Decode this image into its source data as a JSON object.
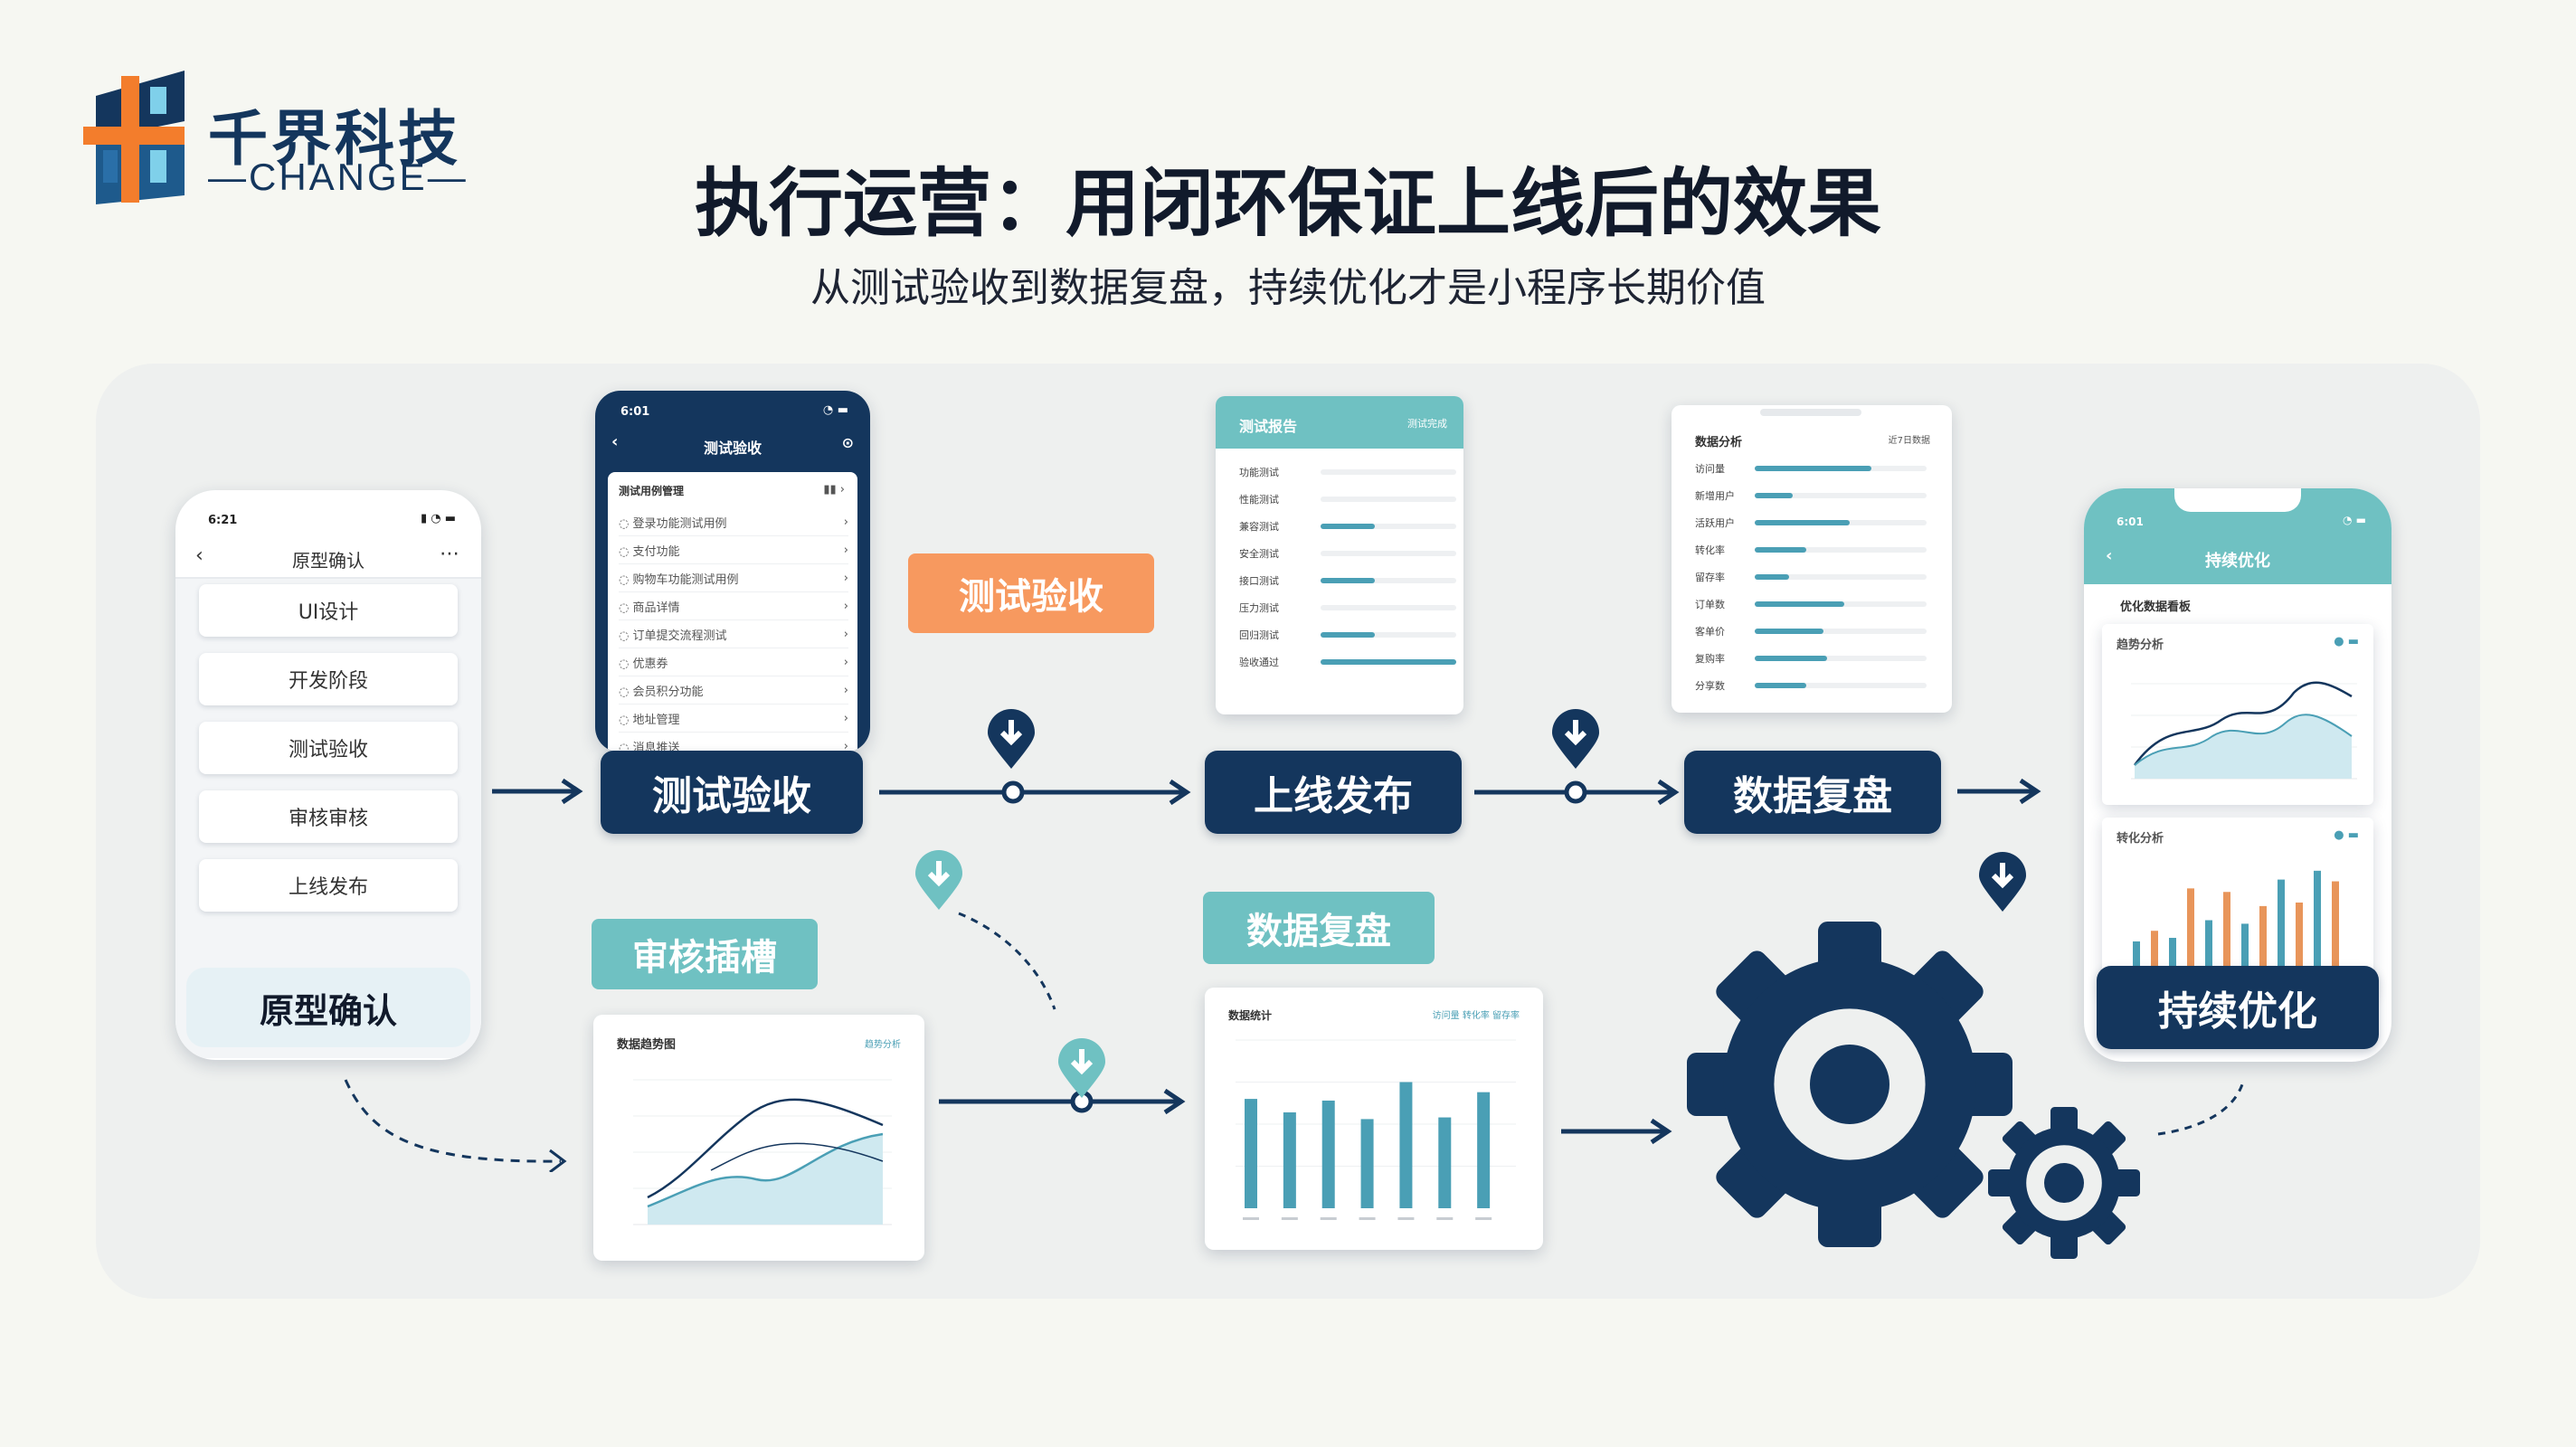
{
  "brand": {
    "name": "千界科技",
    "sub": "—CHANGE—"
  },
  "title": "执行运营：用闭环保证上线后的效果",
  "subtitle": "从测试验收到数据复盘，持续优化才是小程序长期价值",
  "colors": {
    "navy": "#14365d",
    "teal": "#6fc1c2",
    "orange": "#f7995f",
    "bar_teal": "#4a9fb5",
    "bar_orange": "#e8955a"
  },
  "phone1": {
    "time": "6:21",
    "header": "原型确认",
    "items": [
      "UI设计",
      "开发阶段",
      "测试验收",
      "审核审核",
      "上线发布"
    ],
    "footer": "原型确认"
  },
  "phone2": {
    "time": "6:01",
    "header": "测试验收",
    "list_title": "测试用例管理",
    "rows": [
      "登录功能测试用例",
      "支付功能",
      "购物车功能测试用例",
      "商品详情",
      "订单提交流程测试",
      "优惠券",
      "会员积分功能",
      "地址管理",
      "消息推送"
    ]
  },
  "card_test": {
    "header": "测试报告",
    "header_note": "测试完成",
    "rows": [
      "功能测试",
      "性能测试",
      "兼容测试",
      "安全测试",
      "接口测试",
      "压力测试",
      "回归测试",
      "验收通过"
    ],
    "fills": [
      0,
      0,
      0.4,
      0,
      0.4,
      0,
      0.4,
      1.0
    ]
  },
  "card_data_top": {
    "title": "数据分析",
    "note": "近7日数据",
    "rows": [
      "访问量",
      "新增用户",
      "活跃用户",
      "转化率",
      "留存率",
      "订单数",
      "客单价",
      "复购率",
      "分享数"
    ],
    "fills": [
      0.68,
      0.22,
      0.55,
      0.3,
      0.2,
      0.52,
      0.4,
      0.42,
      0.3
    ]
  },
  "phone3": {
    "time": "6:01",
    "header": "持续优化",
    "section": "优化数据看板",
    "chart1_title": "趋势分析",
    "chart2_title": "转化分析",
    "footer": "持续优化",
    "bar_values": [
      20,
      26,
      22,
      50,
      32,
      48,
      30,
      40,
      55,
      42,
      60,
      54
    ],
    "bar_colors": [
      "teal",
      "orange",
      "teal",
      "orange",
      "teal",
      "orange",
      "teal",
      "orange",
      "teal",
      "orange",
      "teal",
      "orange"
    ]
  },
  "steps": {
    "test": "测试验收",
    "launch": "上线发布",
    "review_data": "数据复盘",
    "optimize": "持续优化",
    "prototype": "原型确认"
  },
  "tags": {
    "test_orange": "测试验收",
    "audit_teal": "审核插槽",
    "data_teal": "数据复盘"
  },
  "card_line": {
    "title": "数据趋势图",
    "legend": "趋势分析"
  },
  "card_bars": {
    "title": "数据统计",
    "legend": "访问量 转化率 留存率",
    "values": [
      65,
      57,
      64,
      53,
      75,
      54,
      69
    ]
  }
}
